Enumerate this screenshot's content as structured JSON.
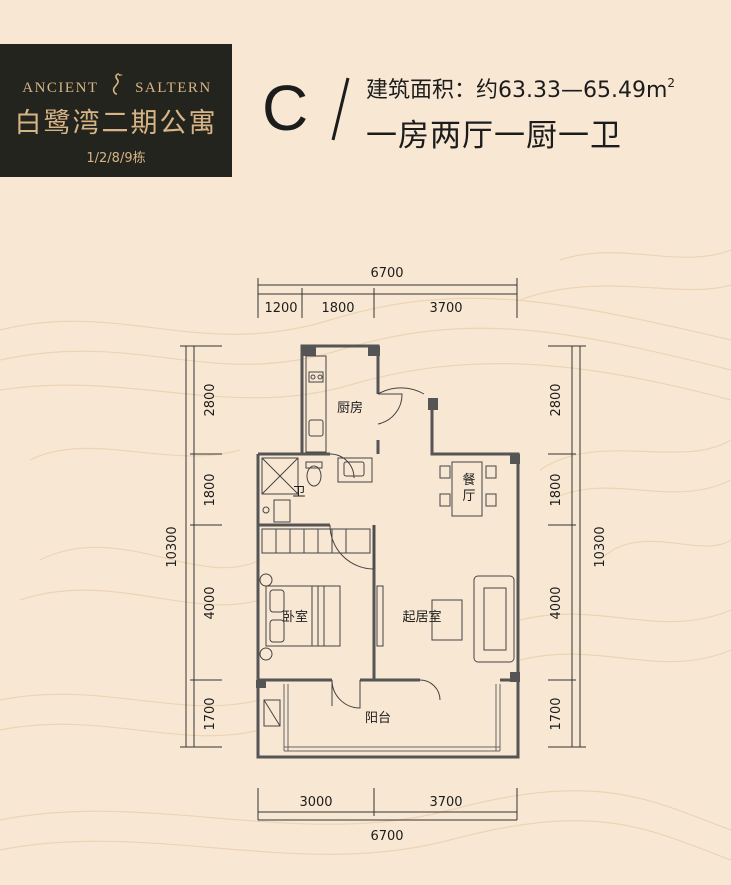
{
  "brand": {
    "name_en_left": "ANCIENT",
    "name_en_right": "SALTERN",
    "name_cn": "白鹭湾二期公寓",
    "buildings": "1/2/8/9栋"
  },
  "unit": {
    "type": "C",
    "area_label": "建筑面积：约63.33—65.49m",
    "area_sup": "2",
    "layout": "一房两厅一厨一卫"
  },
  "rooms": {
    "kitchen": "厨房",
    "bath": "卫",
    "dining_1": "餐",
    "dining_2": "厅",
    "bedroom": "卧室",
    "living": "起居室",
    "balcony": "阳台"
  },
  "dims": {
    "top_total": "6700",
    "top_1": "1200",
    "top_2": "1800",
    "top_3": "3700",
    "left_1": "2800",
    "left_2": "1800",
    "left_3": "4000",
    "left_4": "1700",
    "left_total": "10300",
    "right_1": "2800",
    "right_2": "1800",
    "right_3": "4000",
    "right_4": "1700",
    "right_total": "10300",
    "bottom_1": "3000",
    "bottom_2": "3700",
    "bottom_total": "6700"
  },
  "colors": {
    "background": "#f8e8d3",
    "brand_panel": "#23241d",
    "brand_text": "#d7b486",
    "wall": "#4a4a4a",
    "contour": "#ecd7bb"
  }
}
